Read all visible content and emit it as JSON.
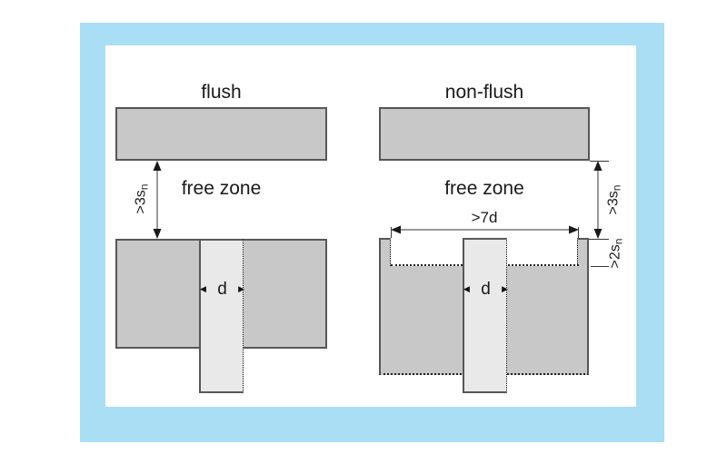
{
  "figure": {
    "type": "sensor-mounting-diagram",
    "colors": {
      "frame_blue": "#a9def5",
      "metal_grey": "#c8c8c8",
      "sensor_grey": "#e9e9e9",
      "outline_grey": "#575757",
      "line_black": "#222222"
    }
  },
  "icons": {
    "arrow_left": "◀",
    "arrow_right": "▶"
  },
  "flush": {
    "title": "flush",
    "free_zone": "free zone",
    "gap_main": ">3s",
    "gap_sub": "n",
    "diameter": "d"
  },
  "nonflush": {
    "title": "non-flush",
    "free_zone": "free zone",
    "gap_main": ">3s",
    "gap_sub": "n",
    "recess_main": ">2s",
    "recess_sub": "n",
    "clearance_width": ">7d",
    "diameter": "d"
  }
}
